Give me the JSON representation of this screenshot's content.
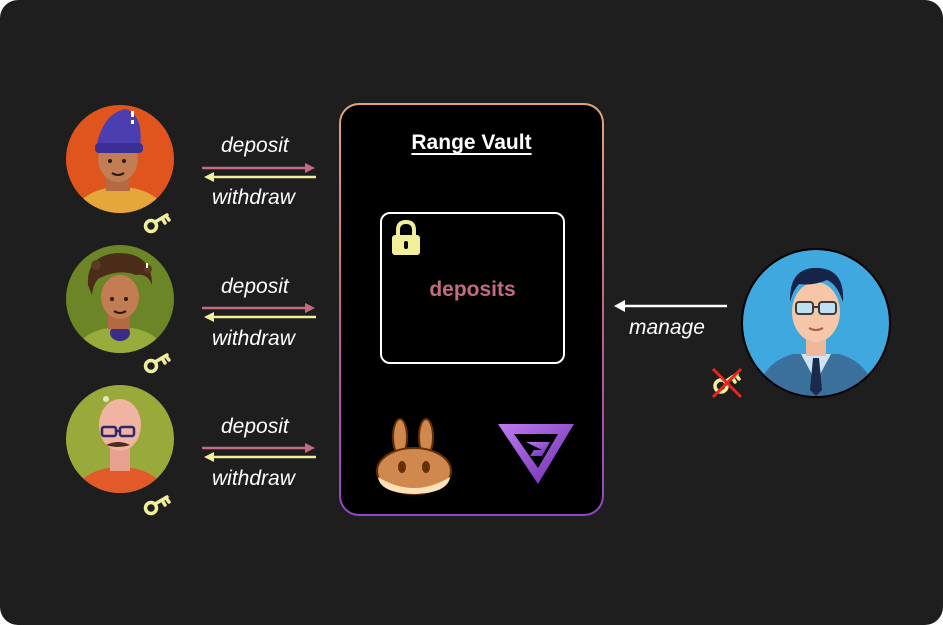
{
  "vault": {
    "title": "Range Vault",
    "inner_label": "deposits"
  },
  "users": [
    {
      "deposit_label": "deposit",
      "withdraw_label": "withdraw"
    },
    {
      "deposit_label": "deposit",
      "withdraw_label": "withdraw"
    },
    {
      "deposit_label": "deposit",
      "withdraw_label": "withdraw"
    }
  ],
  "manager": {
    "action_label": "manage"
  },
  "colors": {
    "background": "#1e1e1e",
    "deposit_arrow": "#c36b82",
    "withdraw_arrow": "#f2ef9a",
    "key": "#f2ef9a",
    "no_key_cross": "#e5261e"
  },
  "icons": [
    "user-avatar-beanie",
    "user-avatar-afro",
    "user-avatar-bald-glasses",
    "key-icon",
    "lock-icon",
    "pancakeswap-logo",
    "protocol-logo",
    "manager-avatar",
    "no-key-icon"
  ]
}
